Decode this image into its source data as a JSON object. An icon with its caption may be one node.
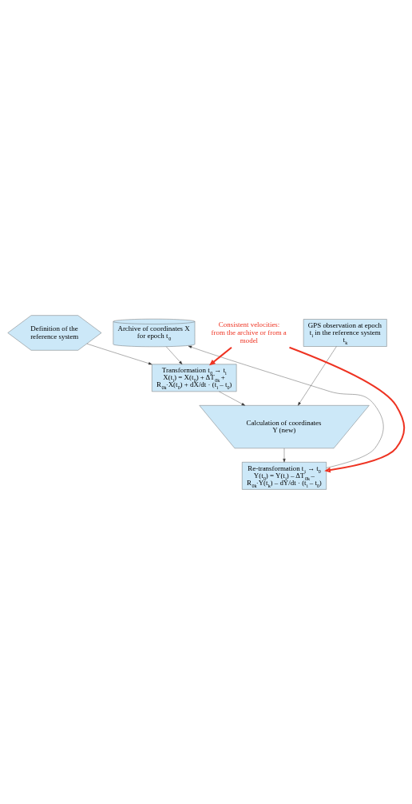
{
  "diagram": {
    "nodes": [
      {
        "text": [
          "Definition of the reference system"
        ]
      },
      {
        "text": [
          "Archive of coordinates X for epoch t$_{0}$"
        ]
      },
      {
        "text": [
          "Transformation t$_{0}$ → t$_{i}$",
          "X(t$_{i}$) = X(t$_{0}$) + ΔT$_{0k}$ + R$_{0k}$·X(t$_{0}$) + dX/dt · (t$_{i}$ – t$_{0}$)"
        ]
      },
      {
        "text": [
          "GPS observation at epoch t$_{i}$ in the reference system t$_{k}$"
        ]
      },
      {
        "text": [
          "Calculation of coordinates Y (new)"
        ]
      },
      {
        "text": [
          "Re-transformation t$_{i}$ → t$_{0}$",
          "Y(t$_{0}$) = Y(t$_{i}$) – ΔT$_{0k}$ – R$_{0k}$·Y(t$_{k}$) – dY/dt · (t$_{i}$ – t$_{0}$)"
        ]
      },
      {
        "text": [
          "Consistent velocities: from the archive or from a model"
        ]
      }
    ],
    "edges": [
      {
        "from": 0,
        "to": 2,
        "arrow": "to"
      },
      {
        "from": 1,
        "to": 2,
        "arrow": "to"
      },
      {
        "from": 2,
        "to": 4,
        "arrow": "to"
      },
      {
        "from": 3,
        "to": 4,
        "arrow": "to"
      },
      {
        "from": 4,
        "to": 5,
        "arrow": "to"
      },
      {
        "from": 5,
        "to": 1,
        "arrow": "to"
      },
      {
        "from": 6,
        "to": 2,
        "arrow": "to",
        "style": "thick",
        "color": "#ee3322"
      },
      {
        "from": 6,
        "to": 5,
        "arrow": "to",
        "style": "thick",
        "color": "#ee3322"
      }
    ]
  }
}
